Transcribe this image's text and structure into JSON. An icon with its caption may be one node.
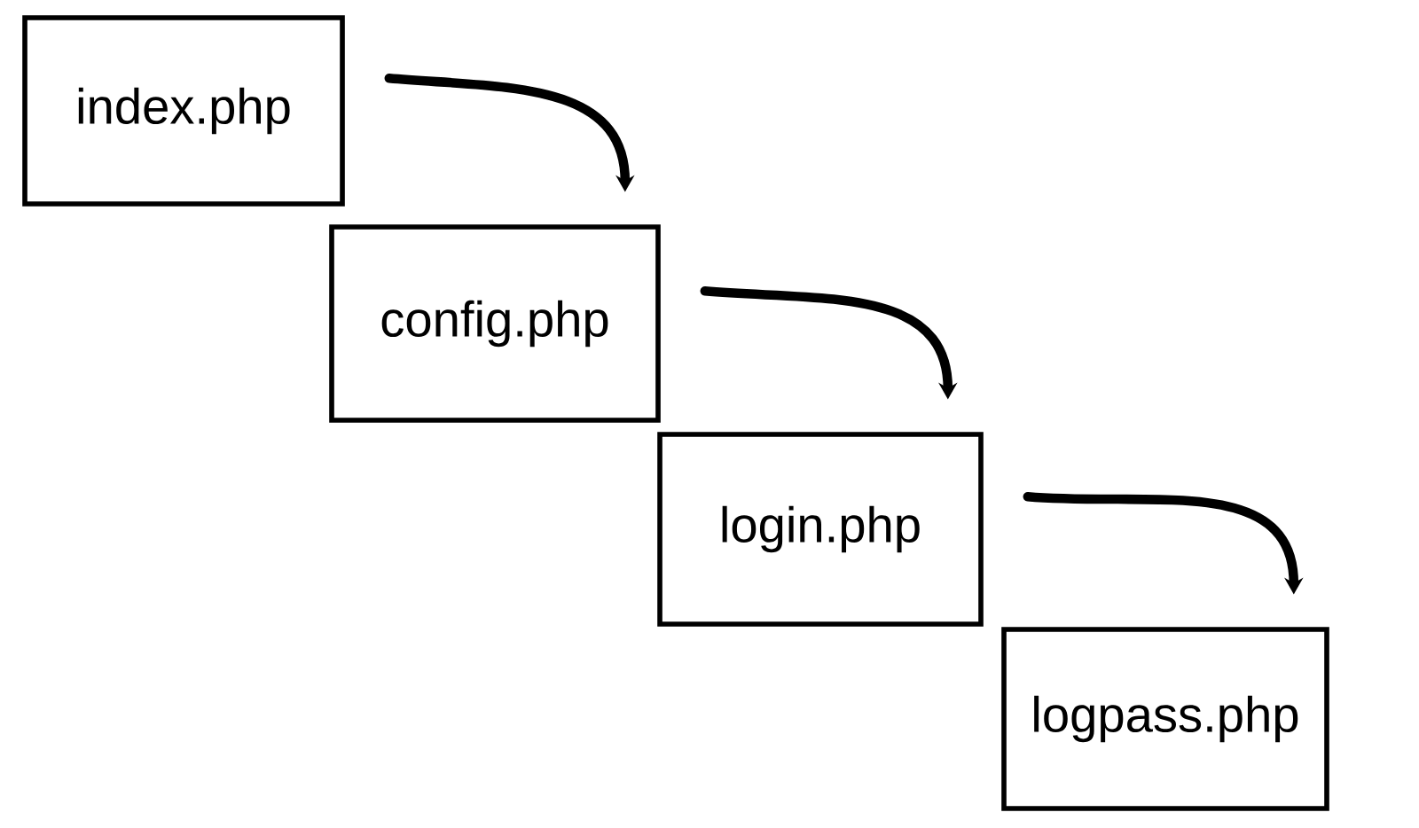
{
  "diagram": {
    "nodes": [
      {
        "text": [
          "index.php"
        ]
      },
      {
        "text": [
          "config.php"
        ]
      },
      {
        "text": [
          "login.php"
        ]
      },
      {
        "text": [
          "logpass.php"
        ]
      }
    ],
    "edges": [
      {
        "from": 0,
        "to": 1,
        "arrow": "to"
      },
      {
        "from": 1,
        "to": 2,
        "arrow": "to"
      },
      {
        "from": 2,
        "to": 3,
        "arrow": "to"
      }
    ]
  }
}
